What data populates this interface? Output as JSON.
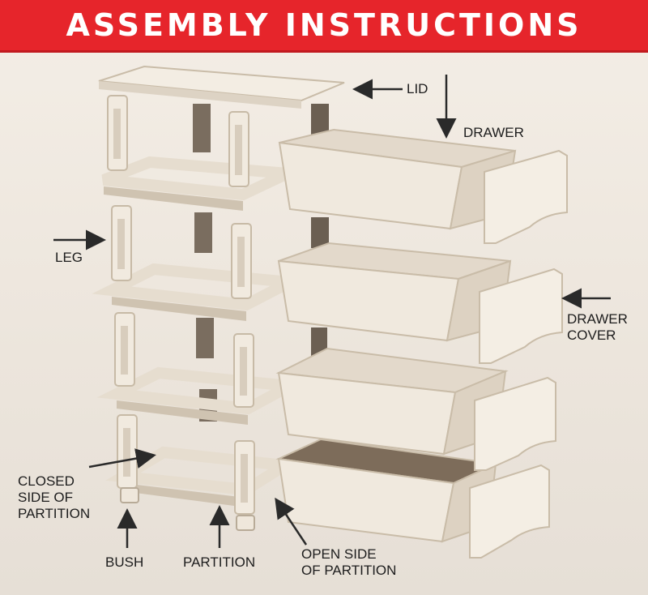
{
  "header": {
    "title": "ASSEMBLY INSTRUCTIONS"
  },
  "labels": {
    "lid": "LID",
    "drawer": "DRAWER",
    "leg": "LEG",
    "drawer_cover": "DRAWER\nCOVER",
    "closed_side": "CLOSED\nSIDE OF\nPARTITION",
    "bush": "BUSH",
    "partition": "PARTITION",
    "open_side": "OPEN SIDE\nOF PARTITION"
  },
  "colors": {
    "banner": "#e6252b",
    "plastic": "#eee6da",
    "plastic_shadow": "#b8ab98",
    "dark_leg": "#6b5f52"
  }
}
